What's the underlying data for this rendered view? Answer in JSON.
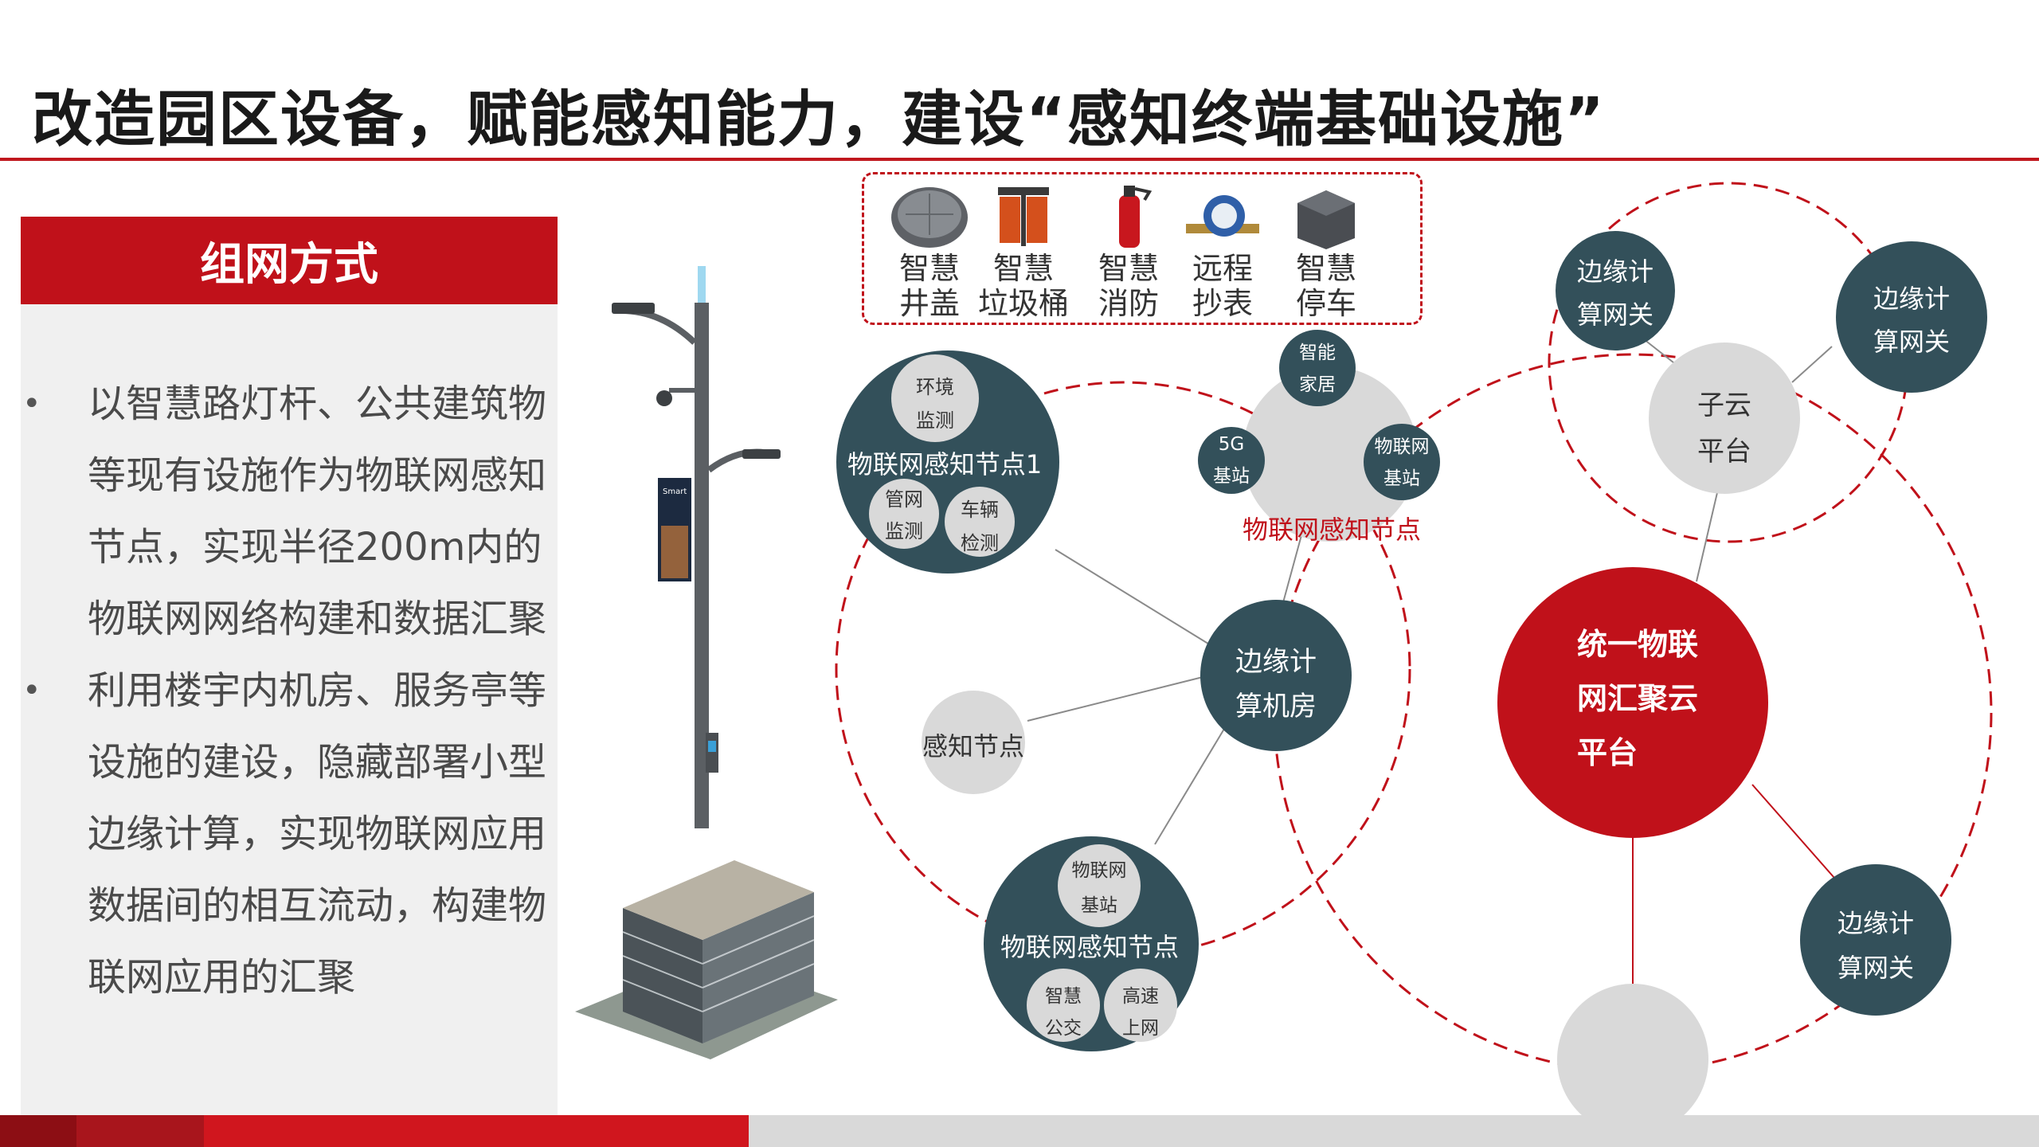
{
  "header": {
    "title": "改造园区设备，赋能感知能力，建设“感知终端基础设施”"
  },
  "panel": {
    "heading": "组网方式",
    "bullets": [
      "以智慧路灯杆、公共建筑物等现有设施作为物联网感知节点，实现半径200m内的物联网网络构建和数据汇聚",
      "利用楼宇内机房、服务亭等设施的建设，隐藏部署小型边缘计算，实现物联网应用数据间的相互流动，构建物联网应用的汇聚"
    ]
  },
  "pole": {
    "screen_text": "Smart"
  },
  "devices": [
    {
      "line1": "智慧",
      "line2": "井盖",
      "icon": "manhole-cover-icon"
    },
    {
      "line1": "智慧",
      "line2": "垃圾桶",
      "icon": "trash-bin-icon"
    },
    {
      "line1": "智慧",
      "line2": "消防",
      "icon": "fire-extinguisher-icon"
    },
    {
      "line1": "远程",
      "line2": "抄表",
      "icon": "water-meter-icon"
    },
    {
      "line1": "智慧",
      "line2": "停车",
      "icon": "parking-sensor-icon"
    }
  ],
  "diagram": {
    "node1": {
      "label": "物联网感知节点1",
      "sub": [
        [
          "环境",
          "监测"
        ],
        [
          "管网",
          "监测"
        ],
        [
          "车辆",
          "检测"
        ]
      ]
    },
    "node_top": {
      "label": "物联网感知节点",
      "sub": [
        [
          "智能",
          "家居"
        ],
        [
          "5G",
          "基站"
        ],
        [
          "物联网",
          "基站"
        ]
      ]
    },
    "node_bottom": {
      "label": "物联网感知节点",
      "sub": [
        [
          "物联网",
          "基站"
        ],
        [
          "智慧",
          "公交"
        ],
        [
          "高速",
          "上网"
        ]
      ]
    },
    "edge_room": [
      "边缘计",
      "算机房"
    ],
    "sense_node": "感知节点",
    "cloud": [
      "统一物联",
      "网汇聚云",
      "平台"
    ],
    "sub_cloud": [
      "子云",
      "平台"
    ],
    "gateways": [
      [
        "边缘计",
        "算网关"
      ],
      [
        "边缘计",
        "算网关"
      ],
      [
        "边缘计",
        "算网关"
      ]
    ]
  },
  "colors": {
    "brand_red": "#c0111a",
    "node_dark": "#33505a",
    "node_light": "#d9d9d9",
    "bar_gray": "#d9d9d9"
  }
}
